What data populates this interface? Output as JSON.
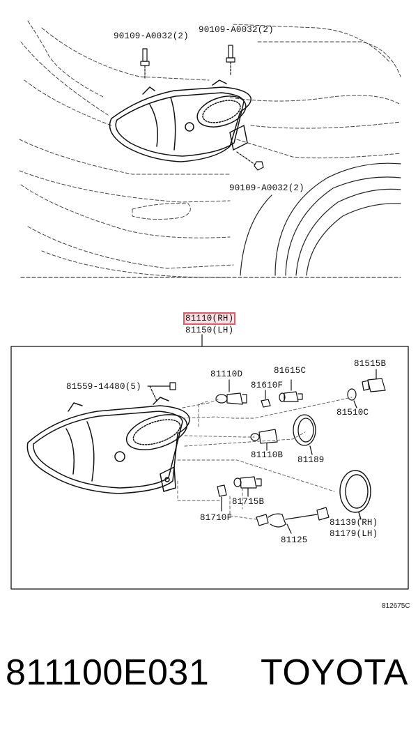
{
  "callouts": {
    "bolt_top_left": "90109-A0032(2)",
    "bolt_top_right": "90109-A0032(2)",
    "bolt_bottom": "90109-A0032(2)",
    "rh": "81110(RH)",
    "lh": "81150(LH)",
    "screw": "81559-14480(5)",
    "p81110D": "81110D",
    "p81610F": "81610F",
    "p81615C": "81615C",
    "p81515B": "81515B",
    "p81510C": "81510C",
    "p81110B": "81110B",
    "p81189": "81189",
    "p81715B": "81715B",
    "p81710F": "81710F",
    "p81125": "81125",
    "p81139": "81139(RH)",
    "p81179": "81179(LH)"
  },
  "diagram_code": "812675C",
  "footer": {
    "part_number": "811100E031",
    "brand": "TOYOTA"
  },
  "colors": {
    "highlight": "#e05a6a",
    "ink": "#111111",
    "dash": "#555555"
  }
}
